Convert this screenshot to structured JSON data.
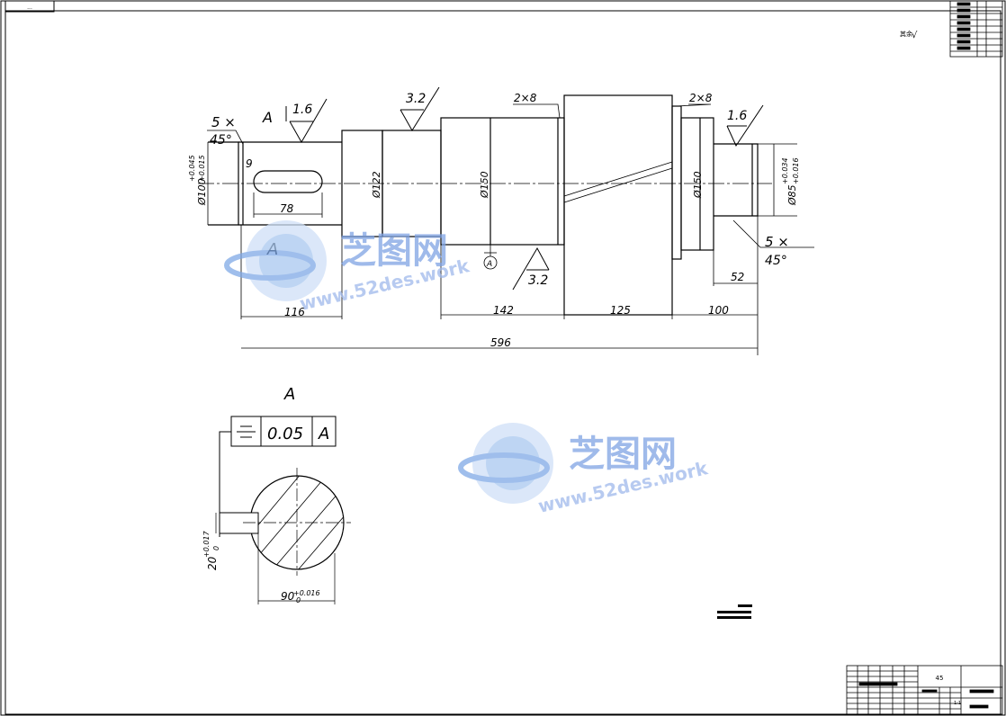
{
  "drawing": {
    "corner_tag": "...",
    "main_view": {
      "chamfer_left": "5 ×",
      "chamfer_left_angle": "45°",
      "chamfer_right": "5 ×",
      "chamfer_right_angle": "45°",
      "section_mark": "A",
      "datum_label": "A",
      "roughness_1": "1.6",
      "roughness_2": "3.2",
      "roughness_3": "1.6",
      "roughness_4": "3.2",
      "groove_left": "2×8",
      "groove_right": "2×8",
      "dia_left": "Ø100",
      "dia_left_tol_upper": "+0.045",
      "dia_left_tol_lower": "+0.015",
      "dia_122": "Ø122",
      "dia_150_a": "Ø150",
      "dia_150_b": "Ø150",
      "dia_right": "Ø85",
      "dia_right_tol_upper": "+0.034",
      "dia_right_tol_lower": "+0.016",
      "key_width": "9",
      "key_length": "78",
      "len_116": "116",
      "len_142": "142",
      "len_125": "125",
      "len_100": "100",
      "len_52": "52",
      "len_total": "596"
    },
    "section_view": {
      "title": "A",
      "tolerance_value": "0.05",
      "tolerance_datum": "A",
      "key_depth": "20",
      "key_depth_tol_upper": "+0.017",
      "key_depth_tol_lower": "0",
      "key_base": "90",
      "key_base_tol_upper": "+0.016",
      "key_base_tol_lower": "0"
    },
    "roughness_note": {
      "label": "其余",
      "value": "√"
    },
    "title_block": {
      "material": "45",
      "scale_hint": "1:1"
    },
    "watermark": {
      "brand": "芝图网",
      "url": "www.52des.work"
    }
  }
}
